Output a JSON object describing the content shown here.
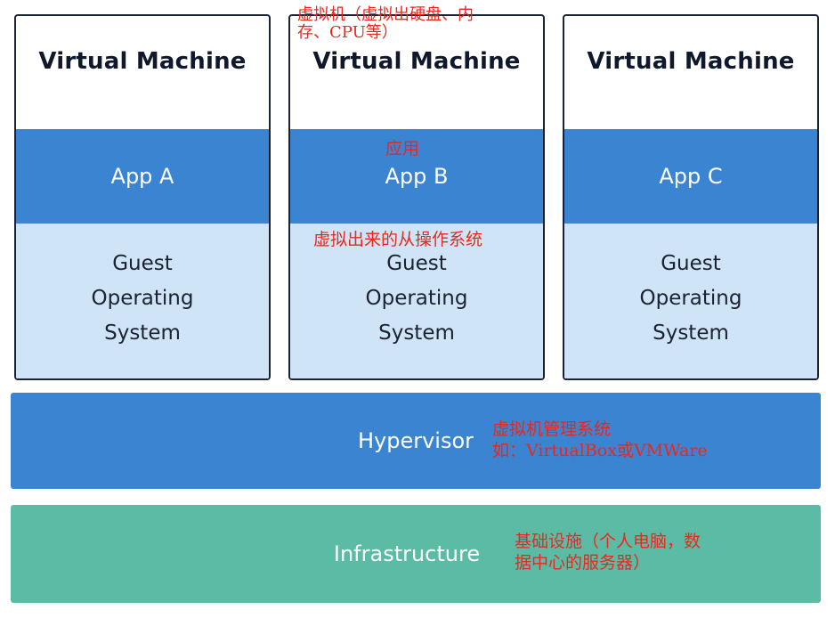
{
  "virtual_machines": [
    {
      "title": "Virtual Machine",
      "app": "App A",
      "guest_os": [
        "Guest",
        "Operating",
        "System"
      ]
    },
    {
      "title": "Virtual Machine",
      "app": "App B",
      "guest_os": [
        "Guest",
        "Operating",
        "System"
      ]
    },
    {
      "title": "Virtual Machine",
      "app": "App C",
      "guest_os": [
        "Guest",
        "Operating",
        "System"
      ]
    }
  ],
  "hypervisor": {
    "label": "Hypervisor"
  },
  "infrastructure": {
    "label": "Infrastructure"
  },
  "annotations": {
    "vm": "虚拟机（虚拟出硬盘、内\n存、CPU等）",
    "app": "应用",
    "guest_os": "虚拟出来的从操作系统",
    "hypervisor": "虚拟机管理系统\n如：VirtualBox或VMWare",
    "infrastructure": "基础设施（个人电脑，数\n据中心的服务器）"
  },
  "colors": {
    "app_block": "#3a84d2",
    "guest_block": "#cfe4f6",
    "hypervisor": "#3a84d2",
    "infrastructure": "#5bbba5",
    "annotation": "#e8281e"
  }
}
